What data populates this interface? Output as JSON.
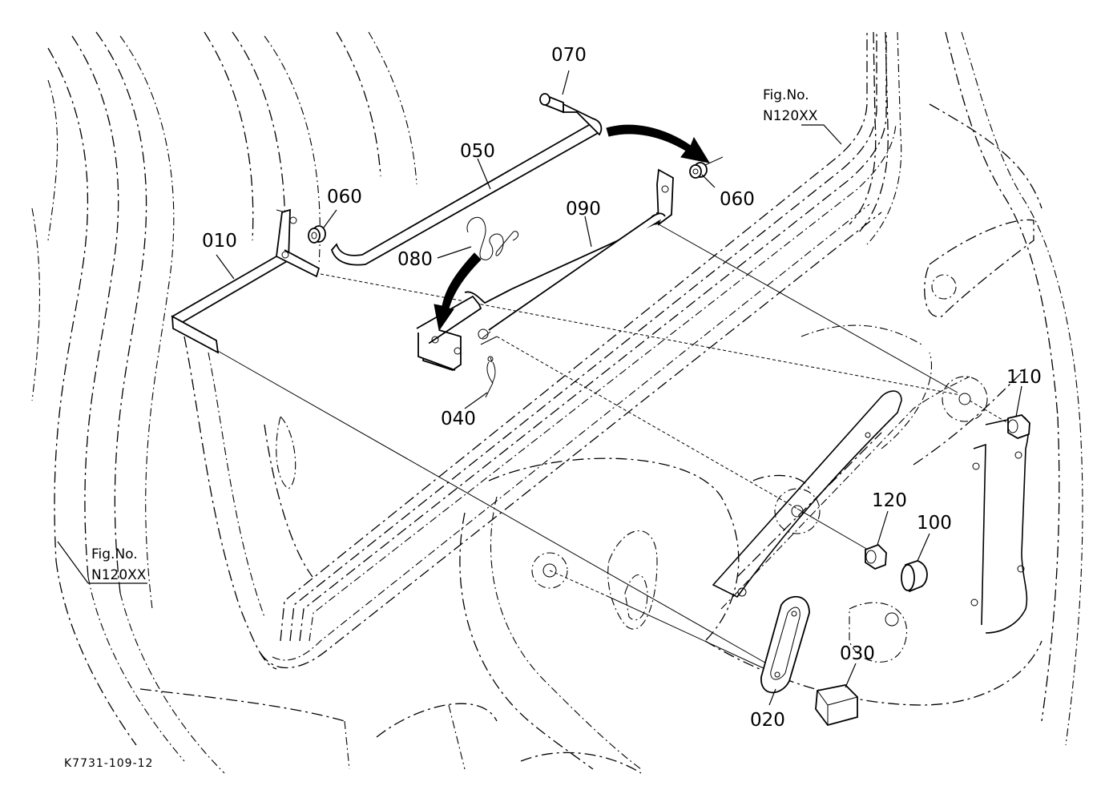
{
  "drawing_number": "K7731-109-12",
  "figure_refs": [
    {
      "line1": "Fig.No.",
      "line2": "N120XX"
    },
    {
      "line1": "Fig.No.",
      "line2": "N120XX"
    }
  ],
  "parts": {
    "p010": "010",
    "p020": "020",
    "p030": "030",
    "p040": "040",
    "p050": "050",
    "p060a": "060",
    "p060b": "060",
    "p070": "070",
    "p080": "080",
    "p090": "090",
    "p100": "100",
    "p110": "110",
    "p120": "120"
  }
}
